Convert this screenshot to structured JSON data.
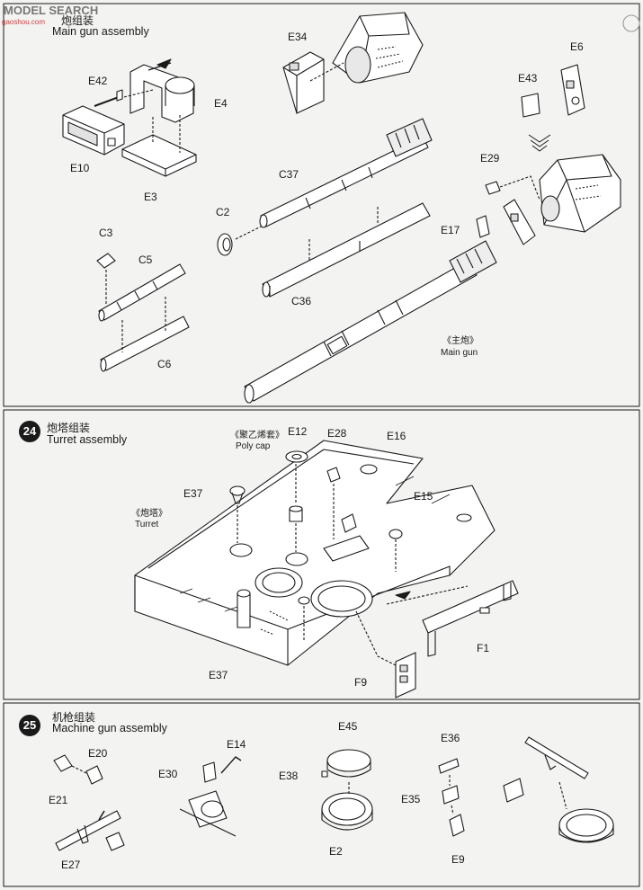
{
  "watermark": {
    "text": "MODEL SEARCH",
    "site": "gaoshou.com"
  },
  "steps": [
    {
      "number": "",
      "title_cn": "炮组装",
      "title_en": "Main gun assembly"
    },
    {
      "number": "24",
      "title_cn": "炮塔组装",
      "title_en": "Turret assembly"
    },
    {
      "number": "25",
      "title_cn": "机枪组装",
      "title_en": "Machine gun assembly"
    }
  ],
  "step23_parts": [
    "E34",
    "E42",
    "E4",
    "E6",
    "E43",
    "E10",
    "E3",
    "C37",
    "E29",
    "C2",
    "E17",
    "C3",
    "C5",
    "C36",
    "C6"
  ],
  "step23_callout": {
    "cn": "《主炮》",
    "en": "Main gun"
  },
  "step24_parts": [
    "E12",
    "E28",
    "E16",
    "E37",
    "E15",
    "F1",
    "E37",
    "F9"
  ],
  "step24_callouts": {
    "polycap_cn": "《聚乙烯套》",
    "polycap_en": "Poly cap",
    "turret_cn": "《炮塔》",
    "turret_en": "Turret"
  },
  "step25_parts": [
    "E14",
    "E45",
    "E36",
    "E20",
    "E30",
    "E38",
    "E35",
    "E21",
    "E2",
    "E27",
    "E9"
  ]
}
